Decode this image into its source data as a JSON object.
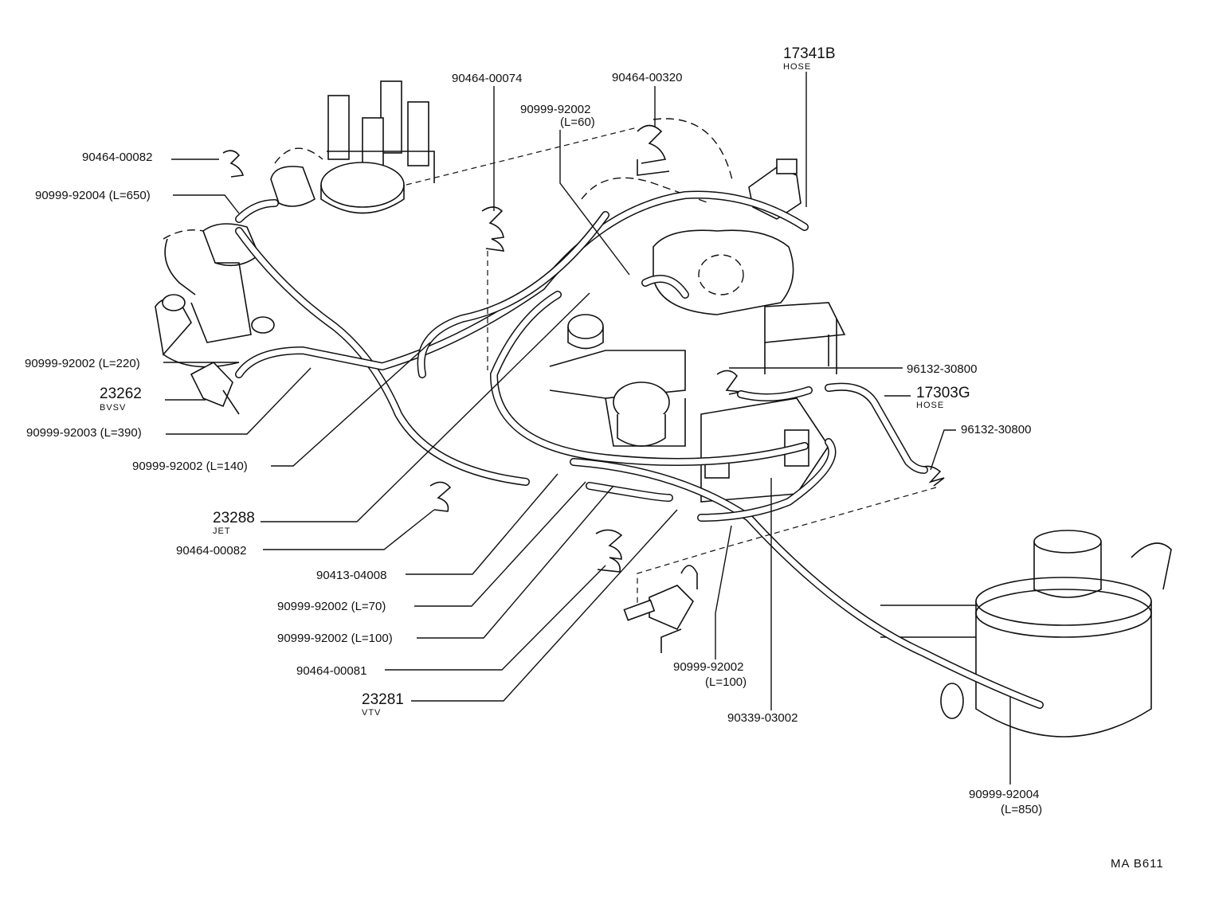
{
  "labels": {
    "p_90464_00082_top": "90464-00082",
    "p_90999_92004_650": "90999-92004 (L=650)",
    "p_90464_00074": "90464-00074",
    "p_90999_92002_60_a": "90999-92002",
    "p_90999_92002_60_b": "(L=60)",
    "p_90464_00320": "90464-00320",
    "p_17341b": "17341B",
    "p_17341b_sub": "HOSE",
    "p_96132_30800_a": "96132-30800",
    "p_17303g": "17303G",
    "p_17303g_sub": "HOSE",
    "p_96132_30800_b": "96132-30800",
    "p_90999_92002_220": "90999-92002 (L=220)",
    "p_23262": "23262",
    "p_23262_sub": "BVSV",
    "p_90999_92003_390": "90999-92003 (L=390)",
    "p_90999_92002_140": "90999-92002 (L=140)",
    "p_23288": "23288",
    "p_23288_sub": "JET",
    "p_90464_00082_mid": "90464-00082",
    "p_90413_04008": "90413-04008",
    "p_90999_92002_70": "90999-92002 (L=70)",
    "p_90999_92002_100": "90999-92002 (L=100)",
    "p_90464_00081": "90464-00081",
    "p_23281": "23281",
    "p_23281_sub": "VTV",
    "p_90999_92002_100b_a": "90999-92002",
    "p_90999_92002_100b_b": "(L=100)",
    "p_90339_03002": "90339-03002",
    "p_90999_92004_850_a": "90999-92004",
    "p_90999_92004_850_b": "(L=850)",
    "ref_code": "MA  B611"
  }
}
